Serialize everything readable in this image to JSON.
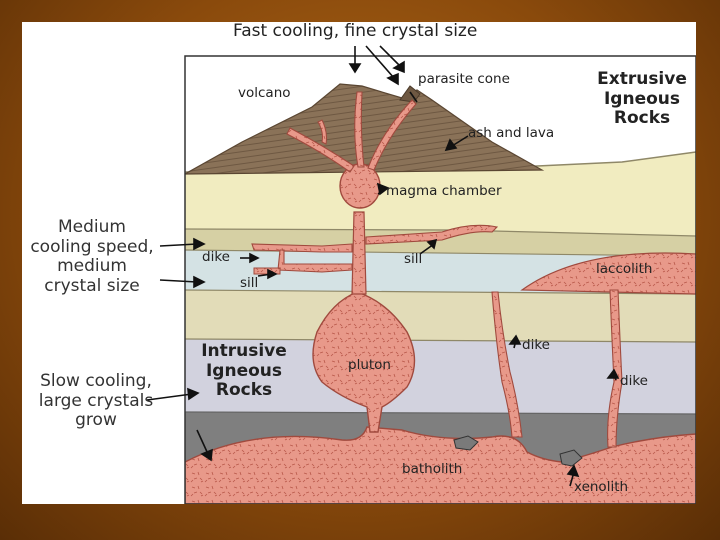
{
  "top_label": "Fast cooling, fine crystal size",
  "left_labels": {
    "medium": "Medium\ncooling speed,\nmedium\ncrystal size",
    "slow": "Slow cooling,\nlarge crystals\ngrow"
  },
  "categories": {
    "extrusive": "Extrusive\nIgneous\nRocks",
    "intrusive": "Intrusive\nIgneous\nRocks"
  },
  "features": {
    "volcano": "volcano",
    "parasite_cone": "parasite cone",
    "ash_and_lava": "ash and lava",
    "magma_chamber": "magma chamber",
    "dike_left": "dike",
    "sill_left": "sill",
    "sill_right": "sill",
    "laccolith": "laccolith",
    "pluton": "pluton",
    "dike_mid": "dike",
    "dike_right": "dike",
    "batholith": "batholith",
    "xenolith": "xenolith"
  },
  "colors": {
    "magma": "#e8998a",
    "magma_edge": "#a04a3e",
    "volcano": "#8a7258",
    "layer_yellow": "#f1ecc0",
    "layer_tan": "#e2dcb8",
    "layer_blue": "#d4e2e4",
    "layer_lavender": "#d2d2de",
    "layer_gray": "#7f7f7f"
  }
}
